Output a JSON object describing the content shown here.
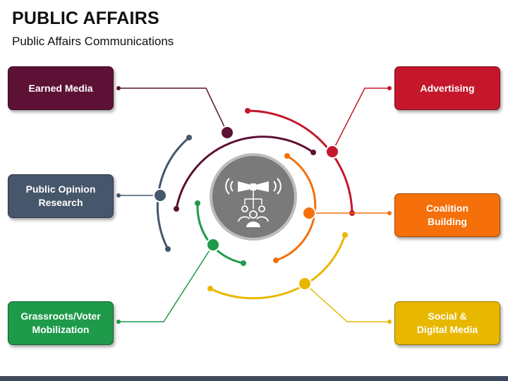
{
  "header": {
    "title": "PUBLIC AFFAIRS",
    "subtitle": "Public Affairs Communications"
  },
  "categories": [
    {
      "key": "earned-media",
      "label": "Earned Media",
      "color": "#5c1135"
    },
    {
      "key": "public-opinion",
      "label": "Public Opinion\nResearch",
      "color": "#46566b"
    },
    {
      "key": "grassroots",
      "label": "Grassroots/Voter\nMobilization",
      "color": "#1e9a4a"
    },
    {
      "key": "advertising",
      "label": "Advertising",
      "color": "#c4172b"
    },
    {
      "key": "coalition",
      "label": "Coalition\nBuilding",
      "color": "#f5700a"
    },
    {
      "key": "social",
      "label": "Social &\nDigital Media",
      "color": "#e8b800"
    }
  ],
  "center": {
    "icon": "megaphone-people-icon",
    "color": "#7a7a7a"
  }
}
